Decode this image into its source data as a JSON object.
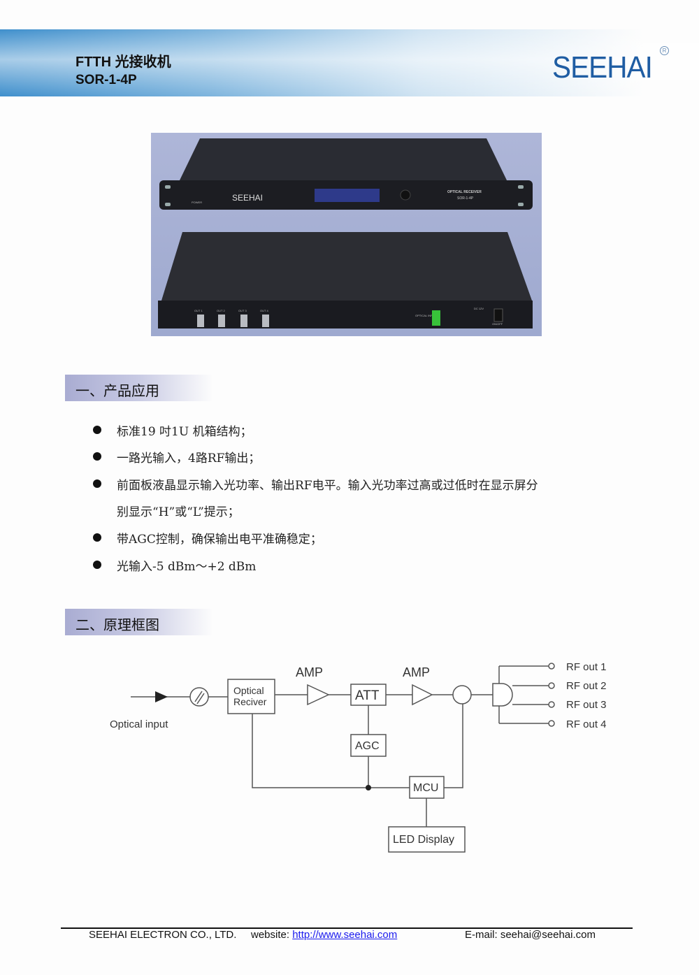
{
  "header": {
    "title": "FTTH 光接收机",
    "model": "SOR-1-4P",
    "logo": "SEEHAI",
    "logo_mark": "R"
  },
  "photo": {
    "front_brand": "SEEHAI",
    "front_power": "POWER",
    "front_title": "OPTICAL RECEIVER",
    "front_model": "SOR-1-4P",
    "rear_outputs": [
      "OUT 1",
      "OUT 2",
      "OUT 3",
      "OUT 4"
    ],
    "rear_optical": "OPTICAL INPUT",
    "rear_dc": "DC 12V",
    "rear_switch": "ON/OFF"
  },
  "sections": [
    {
      "title": "一、产品应用",
      "bullets": [
        "标准19 吋1U 机箱结构；",
        "一路光输入，4路RF输出；",
        "前面板液晶显示输入光功率、输出RF电平。输入光功率过高或过低时在显示屏分",
        "别显示“H”或“L”提示；",
        "带AGC控制，确保输出电平准确稳定；",
        "光输入-5 dBm～+2 dBm"
      ]
    },
    {
      "title": "二、原理框图"
    }
  ],
  "diagram": {
    "optical_input": "Optical input",
    "receiver_line1": "Optical",
    "receiver_line2": "Reciver",
    "amp1": "AMP",
    "amp2": "AMP",
    "att": "ATT",
    "agc": "AGC",
    "mcu": "MCU",
    "led": "LED Display",
    "outputs": [
      "RF out 1",
      "RF out 2",
      "RF out 3",
      "RF out 4"
    ]
  },
  "footer": {
    "company": "SEEHAI ELECTRON CO., LTD.",
    "website_label": "website:",
    "website_url": "http://www.seehai.com",
    "email": "E-mail: seehai@seehai.com"
  }
}
